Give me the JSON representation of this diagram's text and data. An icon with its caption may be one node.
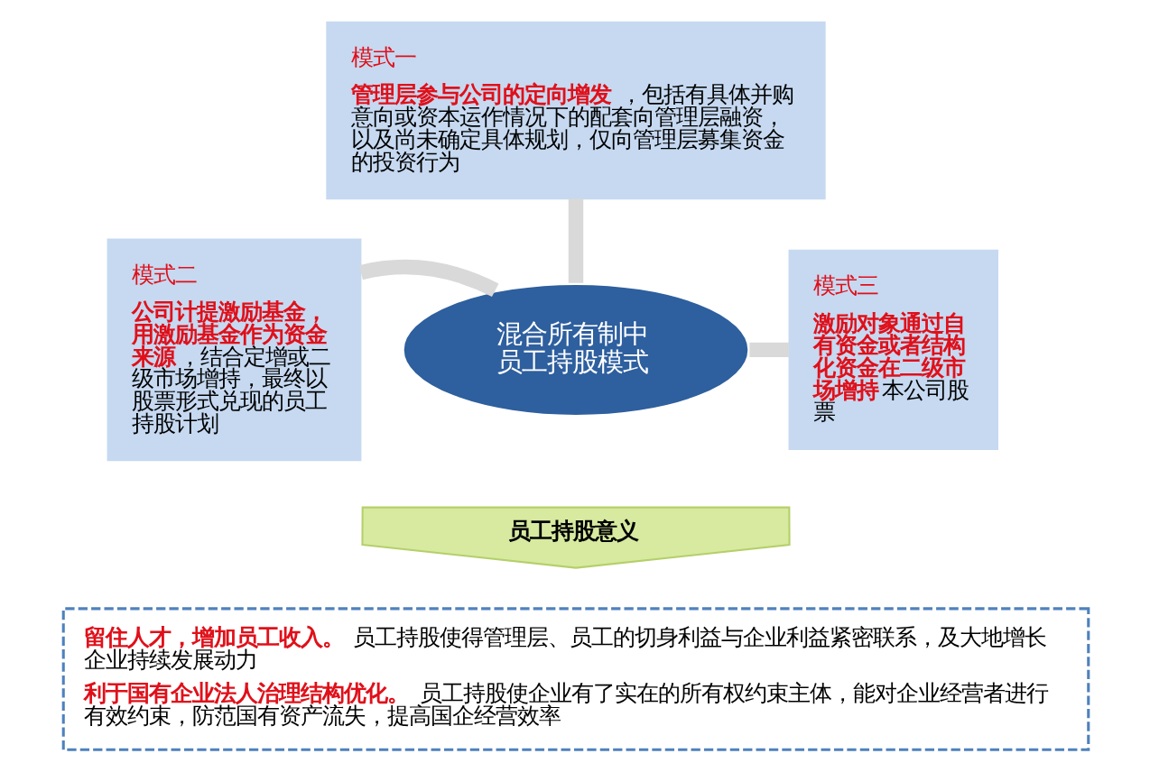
{
  "diagram": {
    "nodes": [
      {
        "text": [
          "模式一",
          "**管理层参与公司的定向增发**，包括有具体并购意向或资本运作情况下的配套向管理层融资，以及尚未确定具体规划，仅向管理层募集资金的投资行为"
        ]
      },
      {
        "text": [
          "模式二",
          "**公司计提激励基金，用激励基金作为资金来源**，结合定增或二级市场增持，最终以股票形式兑现的员工持股计划"
        ]
      },
      {
        "text": [
          "混合所有制中员工持股模式"
        ]
      },
      {
        "text": [
          "模式三",
          "**激励对象通过自有资金或者结构化资金在二级市场增持**本公司股票"
        ]
      },
      {
        "text": [
          "员工持股意义"
        ]
      },
      {
        "text": [
          "**留住人才，增加员工收入。**员工持股使得管理层、员工的切身利益与企业利益紧密联系，及大地增长企业持续发展动力",
          "**利于国有企业法人治理结构优化。**员工持股使企业有了实在的所有权约束主体，能对企业经营者进行有效约束，防范国有资产流失，提高国企经营效率"
        ]
      }
    ],
    "edges": [
      {
        "from": 0,
        "to": 2,
        "arrow": "none"
      },
      {
        "from": 1,
        "to": 2,
        "arrow": "none"
      },
      {
        "from": 2,
        "to": 3,
        "arrow": "none"
      }
    ]
  }
}
